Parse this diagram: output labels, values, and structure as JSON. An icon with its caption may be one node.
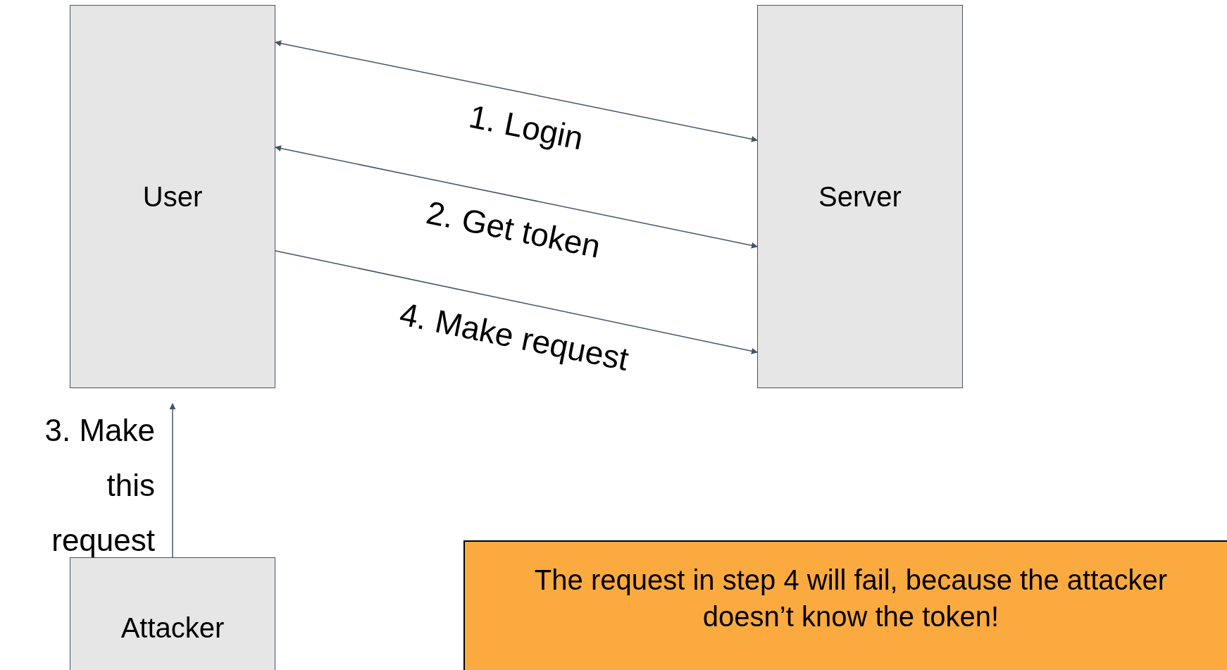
{
  "diagram": {
    "nodes": [
      {
        "text": [
          "User"
        ]
      },
      {
        "text": [
          "Server"
        ]
      },
      {
        "text": [
          "Attacker"
        ]
      },
      {
        "text": [
          "The request in step 4 will fail, because the attacker doesn’t know the token!"
        ]
      }
    ],
    "edges": [
      {
        "from": 0,
        "to": 1,
        "arrow": "both",
        "label": "1. Login"
      },
      {
        "from": 0,
        "to": 1,
        "arrow": "both",
        "label": "2. Get token"
      },
      {
        "from": 2,
        "to": 0,
        "arrow": "to",
        "label": "3. Make this request"
      },
      {
        "from": 0,
        "to": 1,
        "arrow": "to",
        "label": "4. Make request"
      }
    ]
  }
}
